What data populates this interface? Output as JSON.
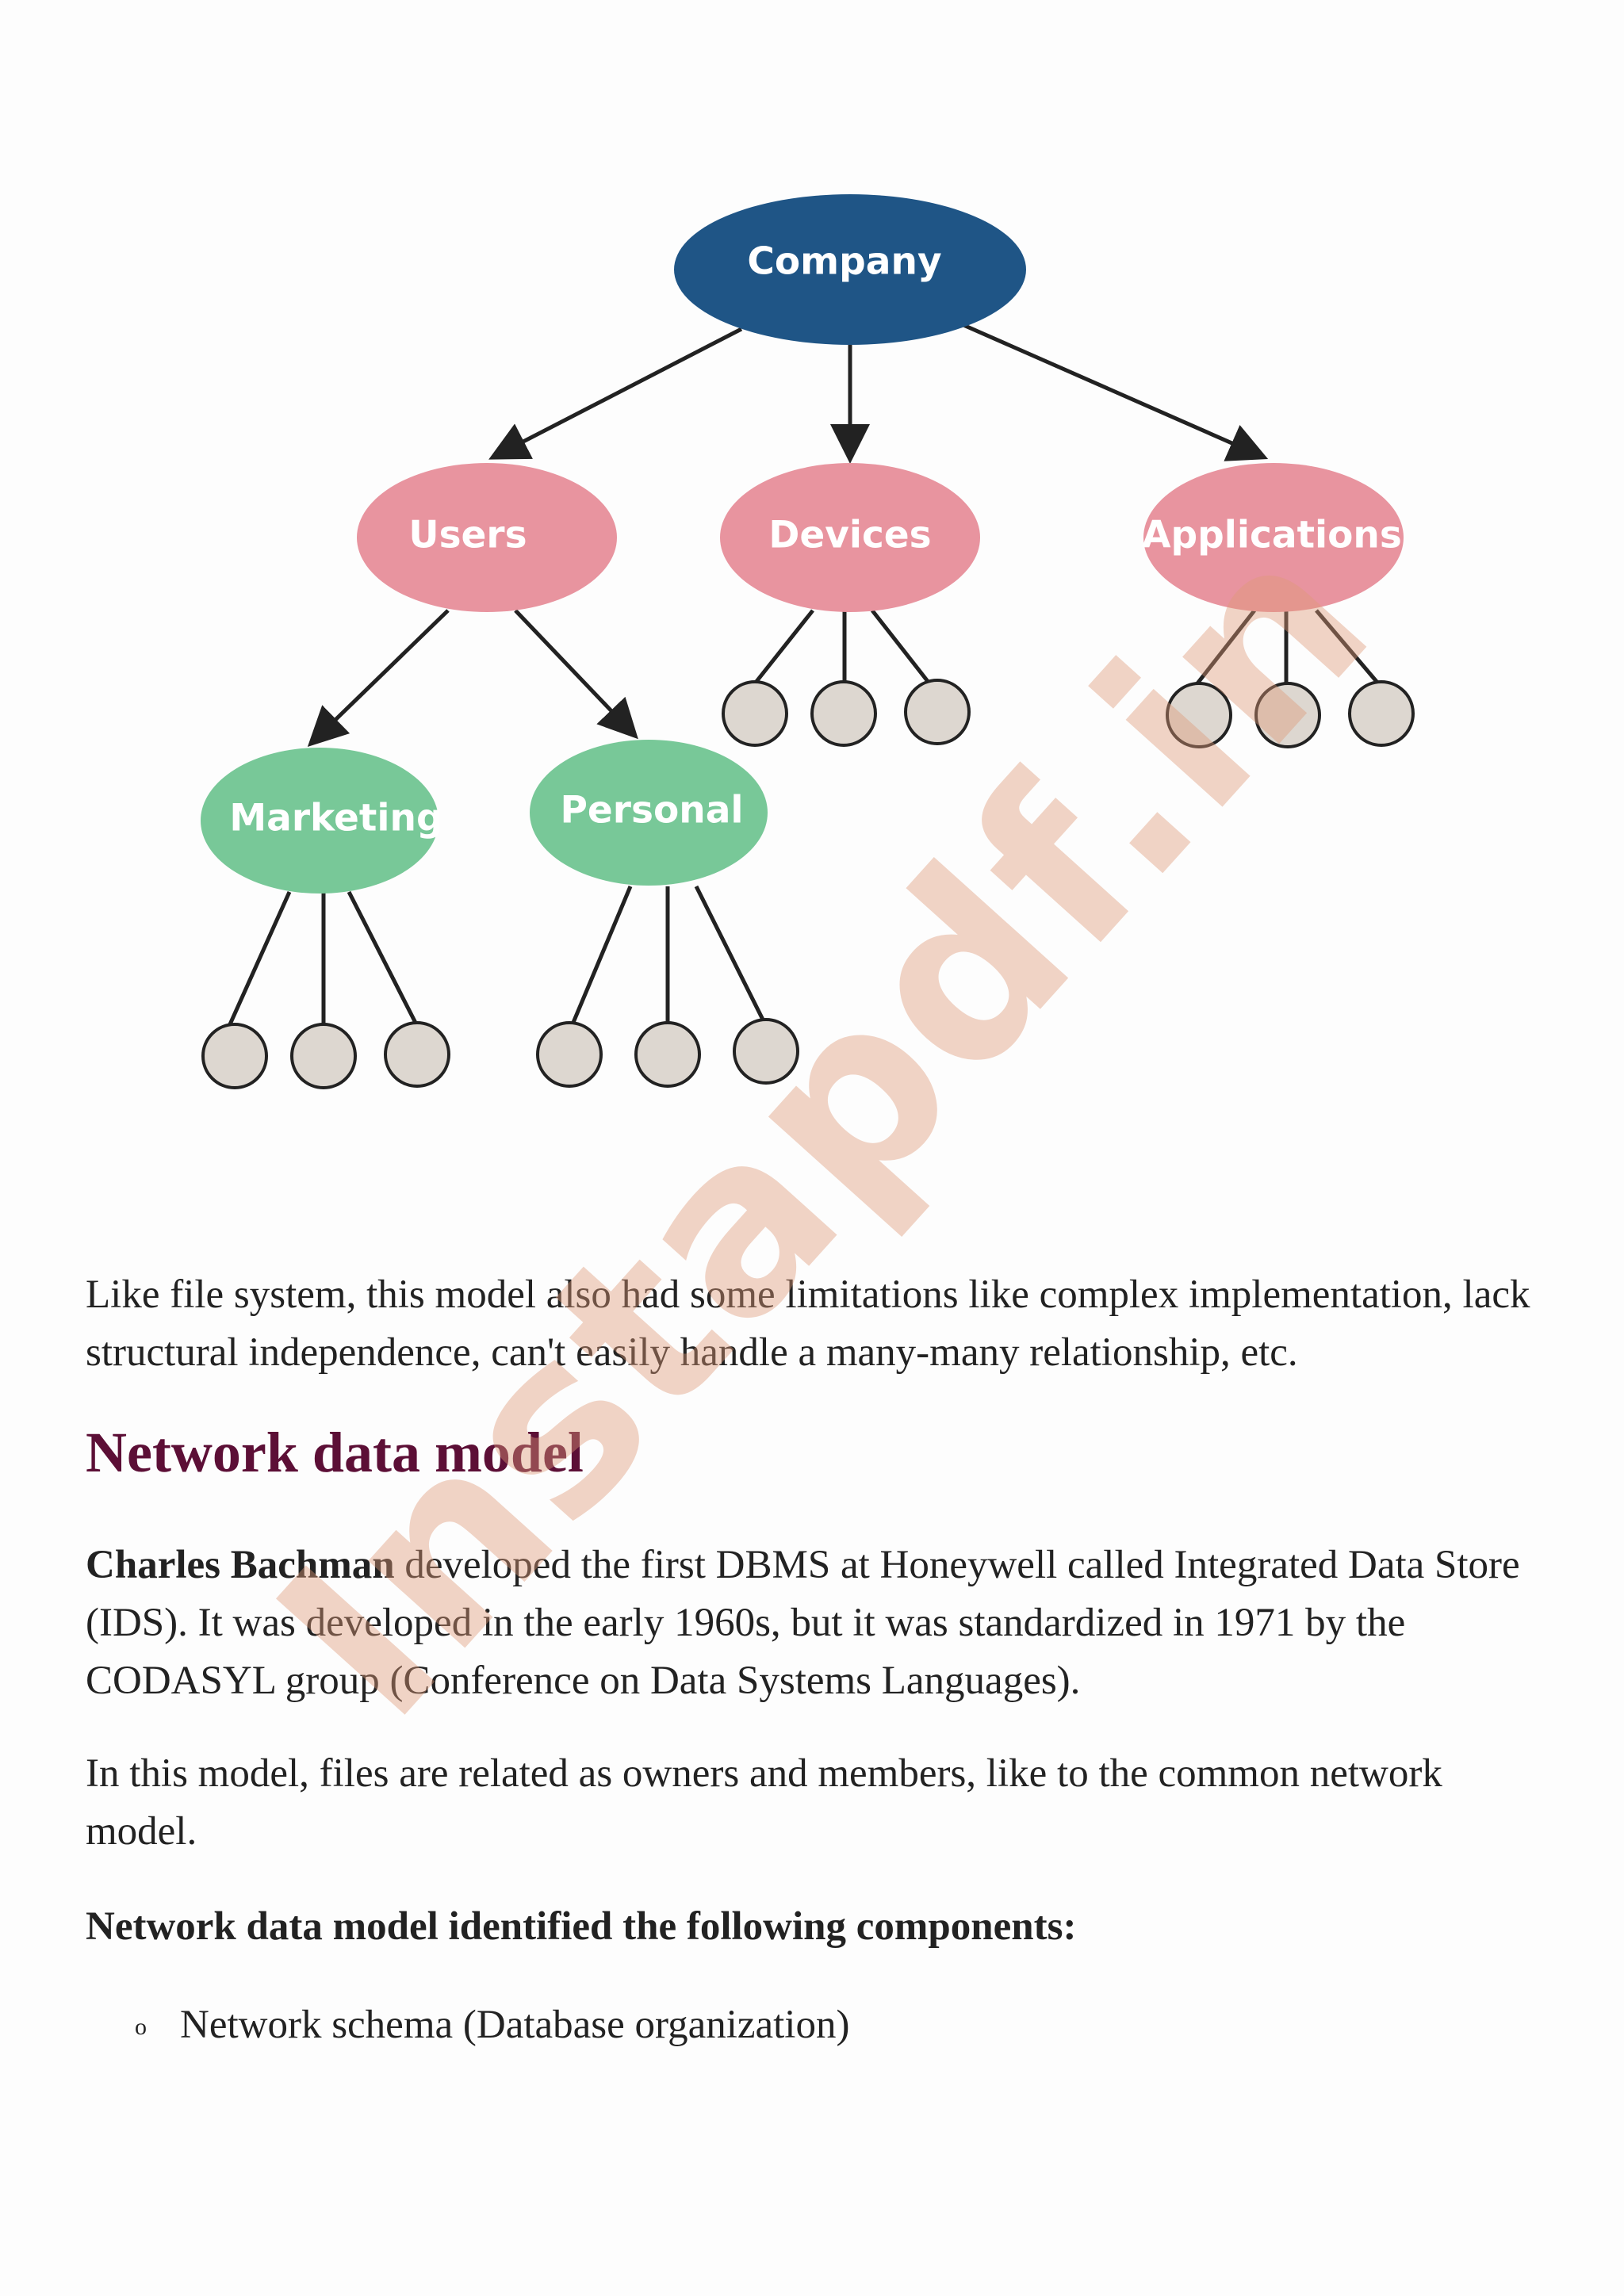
{
  "diagram": {
    "nodes": {
      "root": "Company",
      "users": "Users",
      "devices": "Devices",
      "applications": "Applications",
      "marketing": "Marketing",
      "personal": "Personal"
    },
    "colors": {
      "root": "#1f5586",
      "level1": "#e8949f",
      "level2": "#78c898",
      "leaf": "#ddd7d0",
      "line": "#222222"
    }
  },
  "paragraph1": "Like file system, this model also had some limitations like complex implementation, lack structural independence, can't easily handle a many-many relationship, etc.",
  "heading": "Network data model",
  "paragraph2": {
    "bold_lead": "Charles Bachman",
    "rest": " developed the first DBMS at Honeywell called Integrated Data Store (IDS). It was developed in the early 1960s, but it was standardized in 1971 by the CODASYL group (Conference on Data Systems Languages)."
  },
  "paragraph3": "In this model, files are related as owners and members, like to the common network model.",
  "components_heading": "Network data model identified the following components:",
  "bullets": [
    {
      "marker": "o",
      "text": "Network schema (Database organization)"
    }
  ],
  "watermark": "Instapdf.in",
  "heading_color": "#5c0f36"
}
